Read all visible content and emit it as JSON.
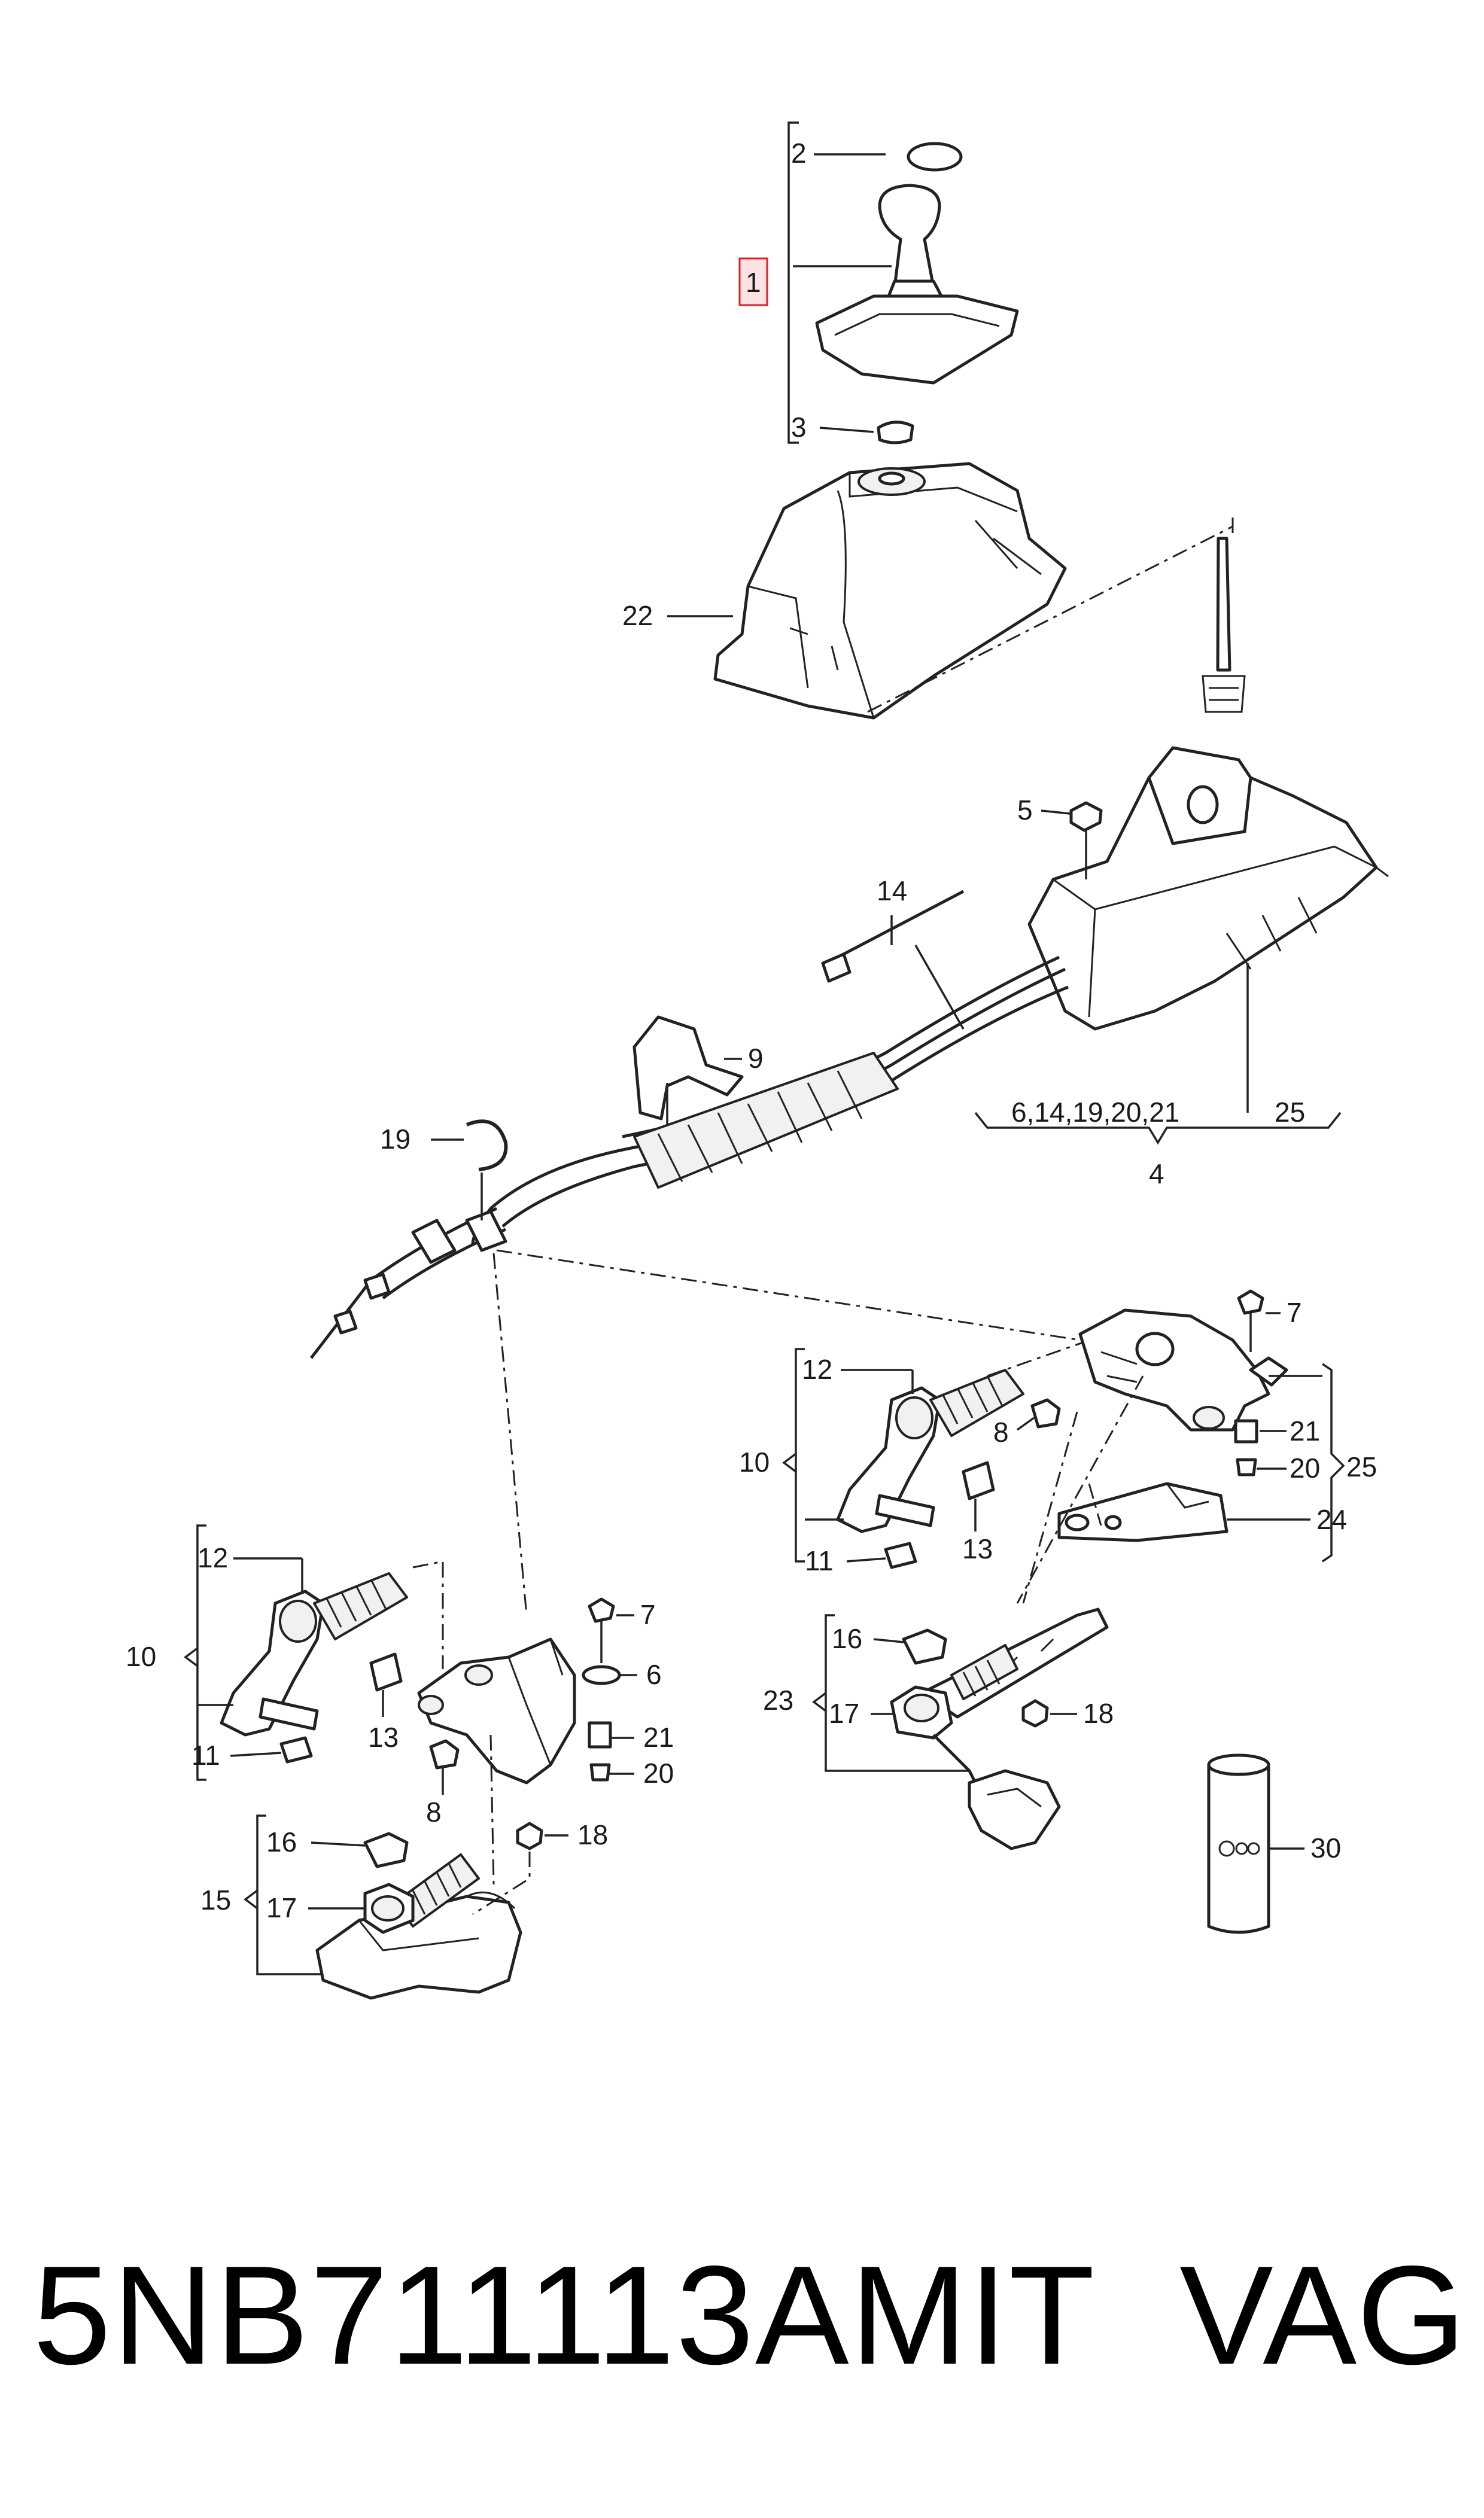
{
  "labels": {
    "l1": "1",
    "l2": "2",
    "l3": "3",
    "l22": "22",
    "l5": "5",
    "l14": "14",
    "l9": "9",
    "l19": "19",
    "l4_group": "6,14,19,20,21",
    "l25_top": "25",
    "l4": "4",
    "r12": "12",
    "r7": "7",
    "r8": "8",
    "r10": "10",
    "r21": "21",
    "r20": "20",
    "r25": "25",
    "r11": "11",
    "r13": "13",
    "r24": "24",
    "r16": "16",
    "r23": "23",
    "r17": "17",
    "r18": "18",
    "r30": "30",
    "b12": "12",
    "b7": "7",
    "b10": "10",
    "b6": "6",
    "b11": "11",
    "b13": "13",
    "b21": "21",
    "b20": "20",
    "b8": "8",
    "b16": "16",
    "b18": "18",
    "b15": "15",
    "b17": "17"
  },
  "footer": {
    "part_number": "5NB711113AMIT",
    "brand": "VAG"
  },
  "highlight_color": "#d22222"
}
